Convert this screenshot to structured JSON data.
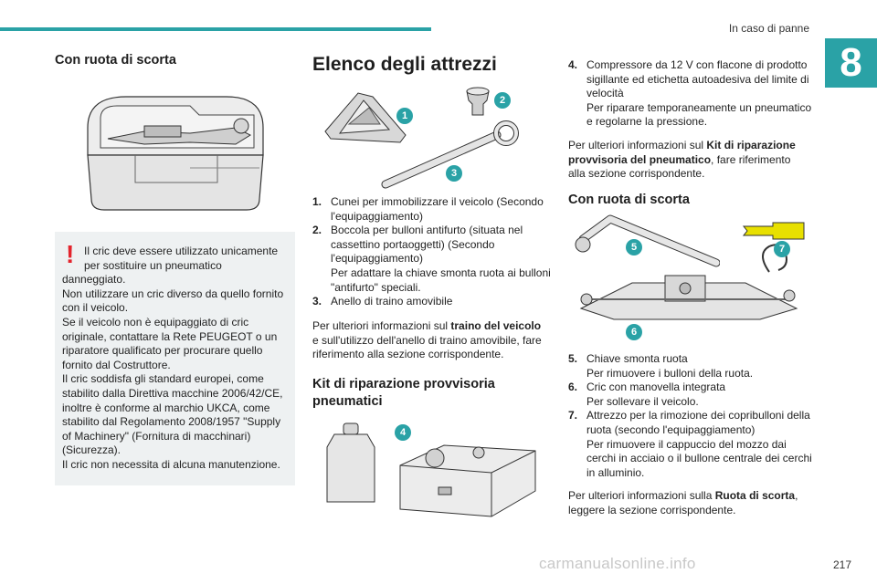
{
  "header": {
    "chapter_title": "In caso di panne",
    "chapter_number": "8"
  },
  "left": {
    "title": "Con ruota di scorta",
    "warning": {
      "first_line": "Il cric deve essere utilizzato unicamente per sostituire un pneumatico",
      "body": "danneggiato.\nNon utilizzare un cric diverso da quello fornito con il veicolo.\nSe il veicolo non è equipaggiato di cric originale, contattare la Rete PEUGEOT o un riparatore qualificato per procurare quello fornito dal Costruttore.\nIl cric soddisfa gli standard europei, come stabilito dalla Direttiva macchine 2006/42/CE, inoltre è conforme al marchio UKCA, come stabilito dal Regolamento 2008/1957 \"Supply of Machinery\" (Fornitura di macchinari) (Sicurezza).\nIl cric non necessita di alcuna manutenzione."
    }
  },
  "middle": {
    "title": "Elenco degli attrezzi",
    "badges": [
      "1",
      "2",
      "3",
      "4"
    ],
    "items": [
      {
        "num": "1.",
        "text": "Cunei per immobilizzare il veicolo (Secondo l'equipaggiamento)"
      },
      {
        "num": "2.",
        "text": "Boccola per bulloni antifurto (situata nel cassettino portaoggetti) (Secondo l'equipaggiamento)\nPer adattare la chiave smonta ruota ai bulloni \"antifurto\" speciali."
      },
      {
        "num": "3.",
        "text": "Anello di traino amovibile"
      }
    ],
    "info_pre": "Per ulteriori informazioni sul ",
    "info_bold": "traino del veicolo",
    "info_post": " e sull'utilizzo dell'anello di traino amovibile, fare riferimento alla sezione corrispondente.",
    "subtitle": "Kit di riparazione provvisoria pneumatici"
  },
  "right": {
    "items_top": [
      {
        "num": "4.",
        "text": "Compressore da 12 V con flacone di prodotto sigillante ed etichetta autoadesiva del limite di velocità\nPer riparare temporaneamente un pneumatico e regolarne la pressione."
      }
    ],
    "info_pre": "Per ulteriori informazioni sul ",
    "info_bold": "Kit di riparazione provvisoria del pneumatico",
    "info_post": ", fare riferimento alla sezione corrispondente.",
    "subtitle": "Con ruota di scorta",
    "badges": [
      "5",
      "6",
      "7"
    ],
    "items": [
      {
        "num": "5.",
        "text": "Chiave smonta ruota\nPer rimuovere i bulloni della ruota."
      },
      {
        "num": "6.",
        "text": "Cric con manovella integrata\nPer sollevare il veicolo."
      },
      {
        "num": "7.",
        "text": "Attrezzo per la rimozione dei copribulloni della ruota (secondo l'equipaggiamento)\nPer rimuovere il cappuccio del mozzo dai cerchi in acciaio o il bullone centrale dei cerchi in alluminio."
      }
    ],
    "info2_pre": "Per ulteriori informazioni sulla ",
    "info2_bold": "Ruota di scorta",
    "info2_post": ", leggere la sezione corrispondente."
  },
  "footer": {
    "page_number": "217",
    "watermark": "carmanualsonline.info"
  },
  "colors": {
    "accent": "#2aa2a6",
    "warning": "#e3232c",
    "box": "#eef1f2"
  }
}
